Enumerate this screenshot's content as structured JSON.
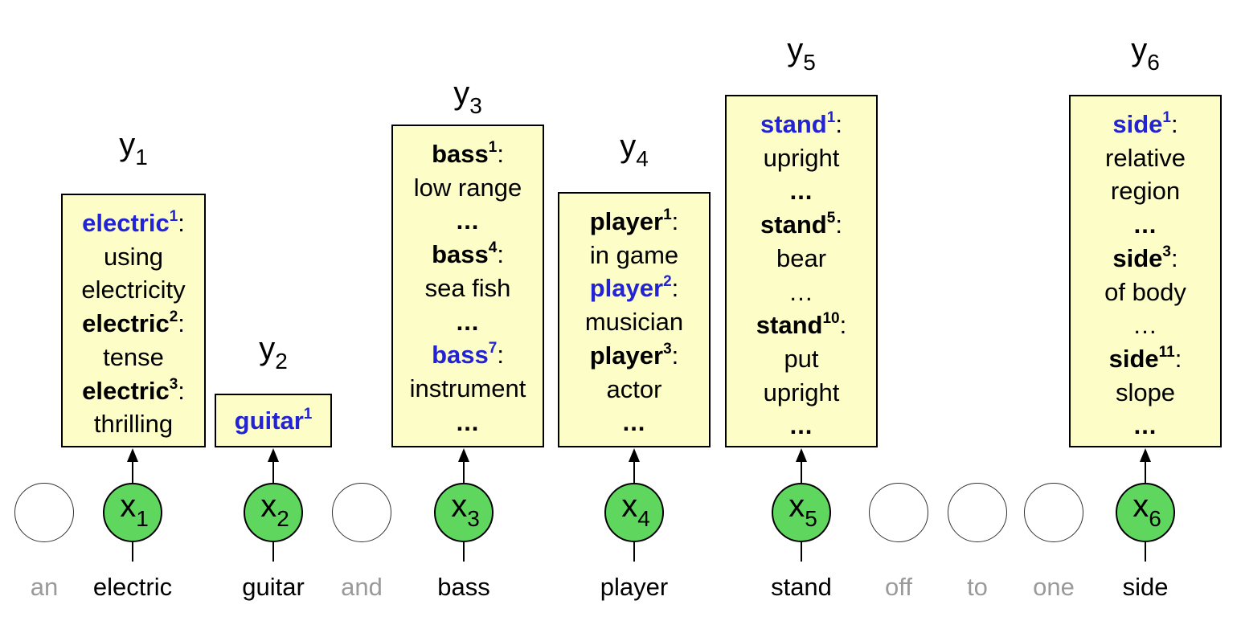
{
  "colors": {
    "box_fill": "#fdfdc8",
    "node_fill": "#5fd75f",
    "highlight_sense": "#2323d6",
    "function_word": "#9a9a9a"
  },
  "sentence": [
    {
      "word": "an",
      "type": "function"
    },
    {
      "word": "electric",
      "type": "content",
      "node": "x",
      "index": "1"
    },
    {
      "word": "guitar",
      "type": "content",
      "node": "x",
      "index": "2"
    },
    {
      "word": "and",
      "type": "function"
    },
    {
      "word": "bass",
      "type": "content",
      "node": "x",
      "index": "3"
    },
    {
      "word": "player",
      "type": "content",
      "node": "x",
      "index": "4"
    },
    {
      "word": "stand",
      "type": "content",
      "node": "x",
      "index": "5"
    },
    {
      "word": "off",
      "type": "function"
    },
    {
      "word": "to",
      "type": "function"
    },
    {
      "word": "one",
      "type": "function"
    },
    {
      "word": "side",
      "type": "content",
      "node": "x",
      "index": "6"
    }
  ],
  "outputs": [
    {
      "label": "y",
      "index": "1",
      "entries": [
        {
          "kind": "sense",
          "word": "electric",
          "sup": "1",
          "selected": true
        },
        {
          "kind": "gloss",
          "text": "using"
        },
        {
          "kind": "gloss",
          "text": "electricity"
        },
        {
          "kind": "sense",
          "word": "electric",
          "sup": "2",
          "selected": false
        },
        {
          "kind": "gloss",
          "text": "tense"
        },
        {
          "kind": "sense",
          "word": "electric",
          "sup": "3",
          "selected": false
        },
        {
          "kind": "gloss",
          "text": "thrilling"
        }
      ]
    },
    {
      "label": "y",
      "index": "2",
      "entries": [
        {
          "kind": "sense",
          "word": "guitar",
          "sup": "1",
          "selected": true,
          "no_colon": true
        }
      ]
    },
    {
      "label": "y",
      "index": "3",
      "entries": [
        {
          "kind": "sense",
          "word": "bass",
          "sup": "1",
          "selected": false
        },
        {
          "kind": "gloss",
          "text": "low range"
        },
        {
          "kind": "ellipsis",
          "text": "...",
          "style": "bold"
        },
        {
          "kind": "sense",
          "word": "bass",
          "sup": "4",
          "selected": false
        },
        {
          "kind": "gloss",
          "text": "sea fish"
        },
        {
          "kind": "ellipsis",
          "text": "...",
          "style": "bold"
        },
        {
          "kind": "sense",
          "word": "bass",
          "sup": "7",
          "selected": true
        },
        {
          "kind": "gloss",
          "text": "instrument"
        },
        {
          "kind": "ellipsis",
          "text": "...",
          "style": "bold"
        }
      ]
    },
    {
      "label": "y",
      "index": "4",
      "entries": [
        {
          "kind": "sense",
          "word": "player",
          "sup": "1",
          "selected": false
        },
        {
          "kind": "gloss",
          "text": "in game"
        },
        {
          "kind": "sense",
          "word": "player",
          "sup": "2",
          "selected": true
        },
        {
          "kind": "gloss",
          "text": "musician"
        },
        {
          "kind": "sense",
          "word": "player",
          "sup": "3",
          "selected": false
        },
        {
          "kind": "gloss",
          "text": "actor"
        },
        {
          "kind": "ellipsis",
          "text": "...",
          "style": "bold"
        }
      ]
    },
    {
      "label": "y",
      "index": "5",
      "entries": [
        {
          "kind": "sense",
          "word": "stand",
          "sup": "1",
          "selected": true
        },
        {
          "kind": "gloss",
          "text": "upright"
        },
        {
          "kind": "ellipsis",
          "text": "...",
          "style": "bold"
        },
        {
          "kind": "sense",
          "word": "stand",
          "sup": "5",
          "selected": false
        },
        {
          "kind": "gloss",
          "text": "bear"
        },
        {
          "kind": "ellipsis",
          "text": "…",
          "style": "thin"
        },
        {
          "kind": "sense",
          "word": "stand",
          "sup": "10",
          "selected": false
        },
        {
          "kind": "gloss",
          "text": "put"
        },
        {
          "kind": "gloss",
          "text": "upright"
        },
        {
          "kind": "ellipsis",
          "text": "...",
          "style": "bold"
        }
      ]
    },
    {
      "label": "y",
      "index": "6",
      "entries": [
        {
          "kind": "sense",
          "word": "side",
          "sup": "1",
          "selected": true
        },
        {
          "kind": "gloss",
          "text": "relative"
        },
        {
          "kind": "gloss",
          "text": "region"
        },
        {
          "kind": "ellipsis",
          "text": "...",
          "style": "bold"
        },
        {
          "kind": "sense",
          "word": "side",
          "sup": "3",
          "selected": false
        },
        {
          "kind": "gloss",
          "text": "of body"
        },
        {
          "kind": "ellipsis",
          "text": "…",
          "style": "thin"
        },
        {
          "kind": "sense",
          "word": "side",
          "sup": "11",
          "selected": false
        },
        {
          "kind": "gloss",
          "text": "slope"
        },
        {
          "kind": "ellipsis",
          "text": "...",
          "style": "bold"
        }
      ]
    }
  ]
}
